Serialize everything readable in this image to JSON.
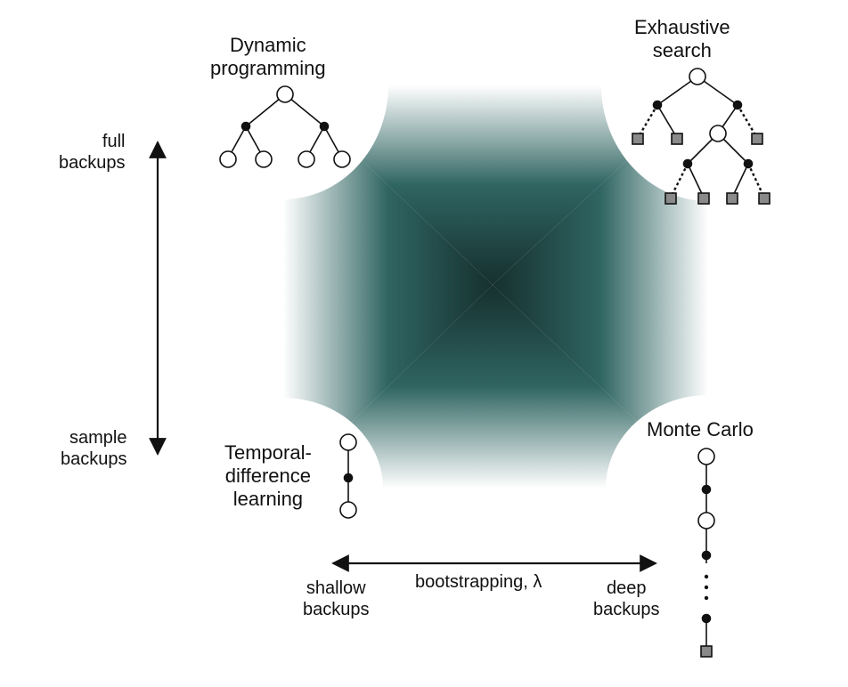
{
  "labels": {
    "dynamic_programming": "Dynamic\nprogramming",
    "exhaustive_search": "Exhaustive\nsearch",
    "temporal_difference": "Temporal-\ndifference\nlearning",
    "monte_carlo": "Monte Carlo",
    "full_backups": "full\nbackups",
    "sample_backups": "sample\nbackups",
    "shallow_backups": "shallow\nbackups",
    "deep_backups": "deep\nbackups",
    "bootstrapping": "bootstrapping, λ"
  },
  "colors": {
    "center": "#16302f",
    "mid": "#2f6562",
    "edge": "#ffffff",
    "terminal_fill": "#8a8a8a"
  }
}
